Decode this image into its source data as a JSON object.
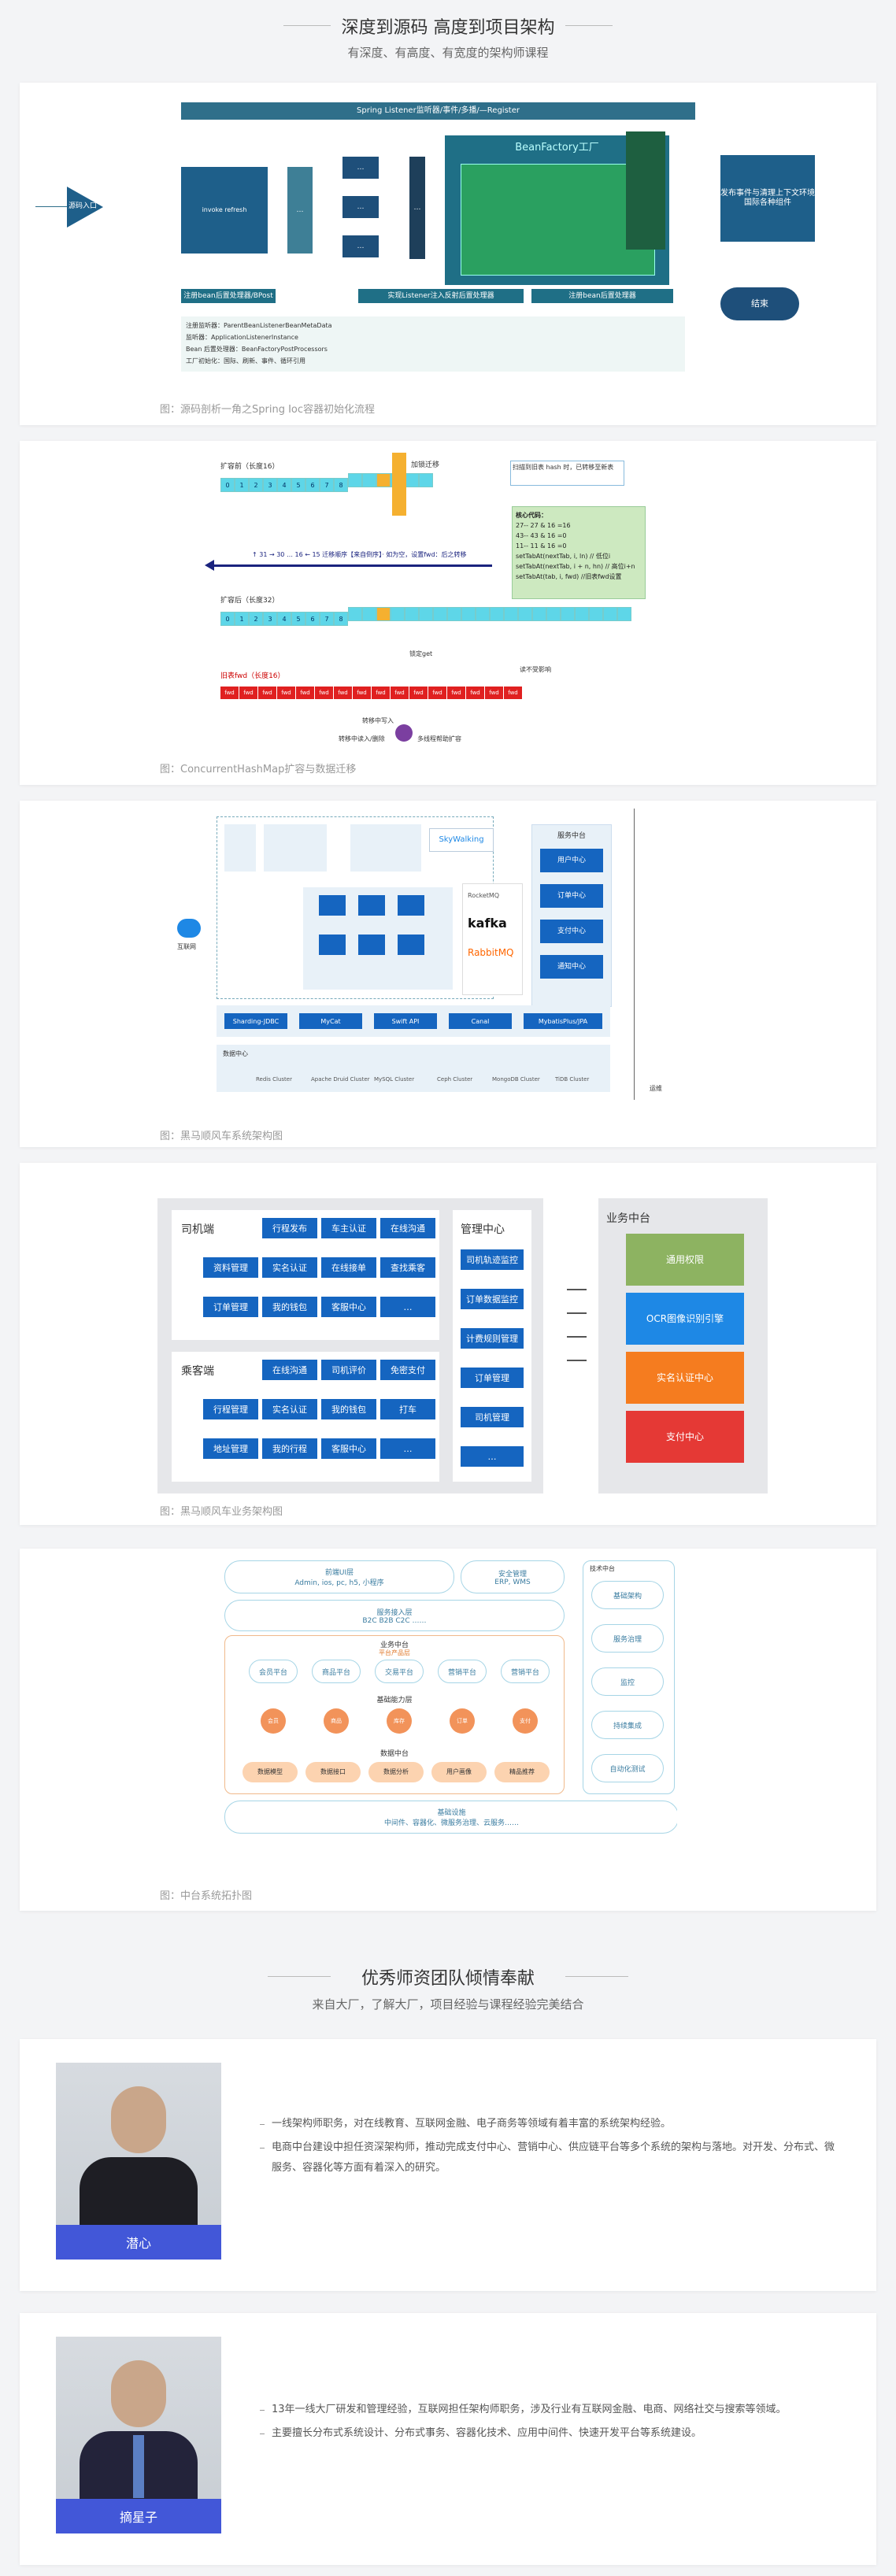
{
  "section1": {
    "title": "深度到源码 高度到项目架构",
    "subtitle": "有深度、有高度、有宽度的架构师课程"
  },
  "figure1": {
    "caption": "图：源码剖析一角之Spring Ioc容器初始化流程",
    "banner": "Spring Listener监听器/事件/多播/—Register",
    "entry": "源码入口",
    "bean_factory": "BeanFactory工厂",
    "publish_box": "发布事件与清理上下文环境 国际各种组件",
    "end": "结束",
    "bottom_left": "注册bean后置处理器/BPost",
    "bottom_mid": "实现Listener注入反射后置处理器",
    "bottom_right": "注册bean后置处理器",
    "notes": [
      "注册监听器：ParentBeanListenerBeanMetaData",
      "监听器：ApplicationListenerInstance",
      "Bean 后置处理器：BeanFactoryPostProcessors",
      "工厂初始化：国际、刷新、事件、循环引用"
    ]
  },
  "figure2": {
    "caption": "图：ConcurrentHashMap扩容与数据迁移",
    "old_label": "扩容前（长度16）",
    "new_label": "扩容后（长度32）",
    "migrate_label": "加锁迁移",
    "old_cells": [
      "0",
      "1",
      "2",
      "3",
      "4",
      "5",
      "6",
      "7",
      "8"
    ],
    "new_cells": [
      "0",
      "1",
      "2",
      "3",
      "4",
      "5",
      "6",
      "7",
      "8"
    ],
    "arrow_text": "↑ 31 → 30 … 16 ← 15  迁移顺序【来自倒序】· 如为空，设置fwd：后之转移",
    "core_code_title": "核心代码：",
    "core_code": [
      "27--    27  & 16 =16",
      "43--    43  & 16 =0",
      "11--    11  & 16 =0",
      "setTabAt(nextTab, i, ln) // 低位i",
      "setTabAt(nextTab, i + n, hn) // 高位i+n",
      "setTabAt(tab, i, fwd) //旧表fwd设置"
    ],
    "note_top": "扫描到旧表 hash 时，已转移至新表",
    "fwd_label": "旧表fwd（长度16）",
    "read_label": "读不受影响",
    "write_label": "转移中写入",
    "help_label": "多线程帮助扩容",
    "help_user": "转移中读入/删除",
    "lock_label": "锁定get"
  },
  "figure3": {
    "caption": "图：黑马顺风车系统架构图",
    "top_labels": [
      "服务中台",
      "SkyWalking"
    ],
    "kafka": "kafka",
    "rabbitmq": "RabbitMQ",
    "rocketmq": "RocketMQ",
    "biz_items": [
      "用户中心",
      "订单中心",
      "支付中心",
      "通知中心"
    ],
    "infra": [
      "Sharding-JDBC",
      "MyCat",
      "Swift API",
      "Canal",
      "MybatisPlus/JPA"
    ],
    "data_center": "数据中心",
    "db_labels": [
      "Redis Cluster",
      "Apache Druid Cluster",
      "MySQL Cluster",
      "Ceph Cluster",
      "MongoDB Cluster",
      "TiDB Cluster"
    ],
    "left_label": "互联网",
    "right_label": "运维"
  },
  "figure4": {
    "caption": "图：黑马顺风车业务架构图",
    "driver_title": "司机端",
    "driver_buttons": [
      "行程发布",
      "车主认证",
      "在线沟通",
      "资料管理",
      "实名认证",
      "在线接单",
      "查找乘客",
      "订单管理",
      "我的钱包",
      "客服中心",
      "…"
    ],
    "passenger_title": "乘客端",
    "passenger_buttons": [
      "在线沟通",
      "司机评价",
      "免密支付",
      "行程管理",
      "实名认证",
      "我的钱包",
      "打车",
      "地址管理",
      "我的行程",
      "客服中心",
      "…"
    ],
    "admin_title": "管理中心",
    "admin_buttons": [
      "司机轨迹监控",
      "订单数据监控",
      "计费规则管理",
      "订单管理",
      "司机管理",
      "…"
    ],
    "platform_title": "业务中台",
    "platform_items": [
      "通用权限",
      "OCR图像识别引擎",
      "实名认证中心",
      "支付中心"
    ]
  },
  "figure5": {
    "caption": "图：中台系统拓扑图",
    "front_title": "前端UI层",
    "front_sub": "Admin, ios, pc, h5, 小程序",
    "security_title": "安全管理",
    "security_sub": "ERP, WMS",
    "access_title": "服务接入层",
    "access_sub": "B2C    B2B    C2C    ……",
    "biz_title": "业务中台",
    "biz_sub": "平台产品层",
    "biz_items": [
      "会员平台",
      "商品平台",
      "交易平台",
      "营销平台",
      "营销平台"
    ],
    "base_title": "基础能力层",
    "base_items": [
      "会员",
      "商品",
      "库存",
      "订单",
      "支付"
    ],
    "data_title": "数据中台",
    "data_items": [
      "数据模型",
      "数据接口",
      "数据分析",
      "用户画像",
      "精品推荐"
    ],
    "infra_title": "基础设施",
    "infra_sub": "中间件、容器化、微服务治理、云服务……",
    "side_title": "技术中台",
    "side_items": [
      "基础架构",
      "服务治理",
      "监控",
      "持续集成",
      "自动化测试"
    ]
  },
  "section2": {
    "title": "优秀师资团队倾情奉献",
    "subtitle": "来自大厂，了解大厂，项目经验与课程经验完美结合"
  },
  "teacher1": {
    "name": "潜心",
    "lines": [
      "一线架构师职务，对在线教育、互联网金融、电子商务等领域有着丰富的系统架构经验。",
      "电商中台建设中担任资深架构师，推动完成支付中心、营销中心、供应链平台等多个系统的架构与落地。对开发、分布式、微服务、容器化等方面有着深入的研究。"
    ]
  },
  "teacher2": {
    "name": "摘星子",
    "lines": [
      "13年一线大厂研发和管理经验，互联网担任架构师职务，涉及行业有互联网金融、电商、网络社交与搜索等领域。",
      "主要擅长分布式系统设计、分布式事务、容器化技术、应用中间件、快速开发平台等系统建设。"
    ]
  },
  "colors": {
    "accent": "#4257d8",
    "teal": "#1f6f86",
    "dark_blue": "#1565c0"
  }
}
